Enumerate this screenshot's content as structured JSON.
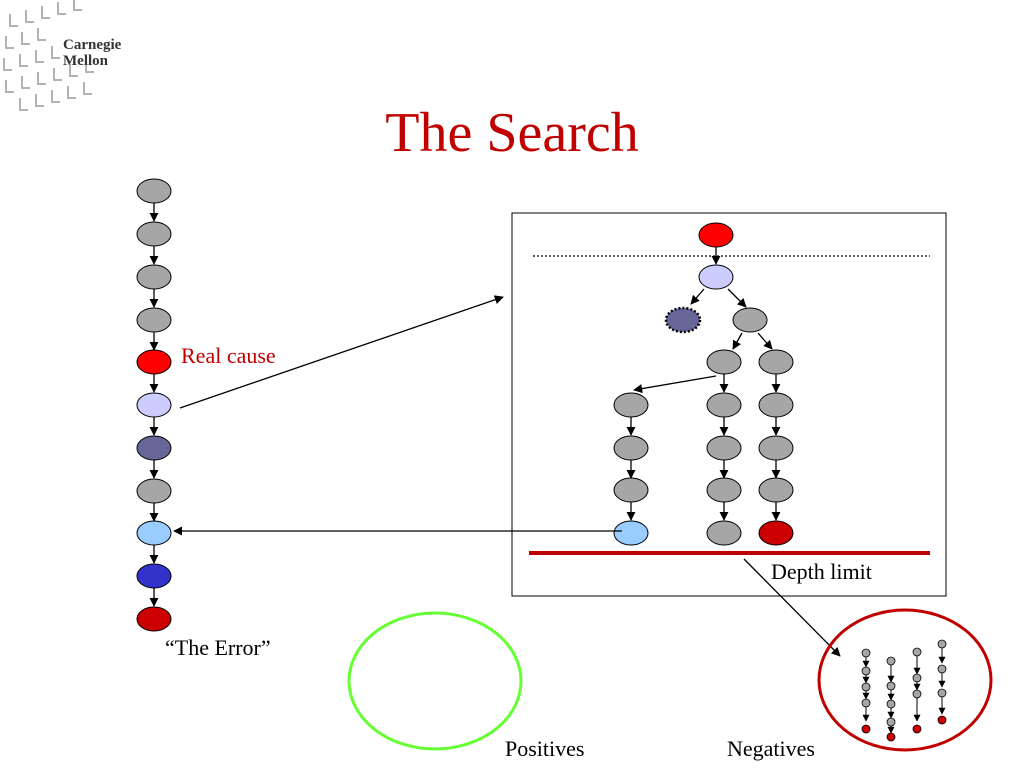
{
  "logo": {
    "line1": "Carnegie",
    "line2": "Mellon"
  },
  "title": "The Search",
  "labels": {
    "real_cause": "Real cause",
    "the_error": "“The Error”",
    "depth_limit": "Depth limit",
    "positives": "Positives",
    "negatives": "Negatives"
  },
  "colors": {
    "title": "#c00000",
    "gray_node": "#a6a6a6",
    "real_cause_node": "#ff0000",
    "lavender_node": "#ccccff",
    "slate_node": "#666699",
    "light_blue_node": "#99ccff",
    "blue_node": "#3333cc",
    "error_node": "#cc0000",
    "depth_limit_line": "#c00000",
    "positives_circle": "#66ff33",
    "negatives_circle": "#c00000"
  }
}
